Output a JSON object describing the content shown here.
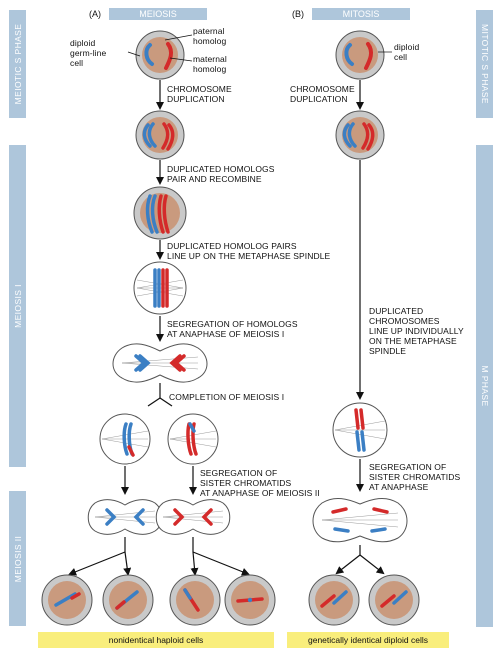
{
  "panels": {
    "a": {
      "letter": "(A)",
      "title": "MEIOSIS"
    },
    "b": {
      "letter": "(B)",
      "title": "MITOSIS"
    }
  },
  "side_labels": {
    "meiotic_s": "MEIOTIC S PHASE",
    "meiosis_1": "MEIOSIS I",
    "meiosis_2": "MEIOSIS II",
    "mitotic_s": "MITOTIC S PHASE",
    "m_phase": "M PHASE"
  },
  "labels": {
    "paternal": "paternal\nhomolog",
    "maternal": "maternal\nhomolog",
    "diploid_germline": "diploid\ngerm-line\ncell",
    "diploid_cell": "diploid\ncell",
    "dup_a": "CHROMOSOME\nDUPLICATION",
    "dup_b": "CHROMOSOME\nDUPLICATION",
    "pair": "DUPLICATED HOMOLOGS\nPAIR AND RECOMBINE",
    "lineup": "DUPLICATED HOMOLOG PAIRS\nLINE UP ON THE METAPHASE SPINDLE",
    "seg_homologs": "SEGREGATION OF HOMOLOGS\nAT ANAPHASE OF MEIOSIS I",
    "completion": "COMPLETION OF MEIOSIS I",
    "seg_sister_meiosis": "SEGREGATION OF\nSISTER CHROMATIDS\nAT ANAPHASE OF MEIOSIS II",
    "mitosis_lineup": "DUPLICATED\nCHROMOSOMES\nLINE UP INDIVIDUALLY\nON THE METAPHASE\nSPINDLE",
    "seg_sister_mitosis": "SEGREGATION OF\nSISTER CHROMATIDS\nAT ANAPHASE"
  },
  "results": {
    "haploid": "nonidentical haploid cells",
    "diploid": "genetically identical diploid cells"
  },
  "colors": {
    "paternal": "#3b7fc4",
    "maternal": "#d42a2a",
    "cell_fill": "#c9c9c9",
    "nucleus_fill": "#c99a7e",
    "side_bar": "#aec6db",
    "result_bar": "#f9ee7c"
  }
}
